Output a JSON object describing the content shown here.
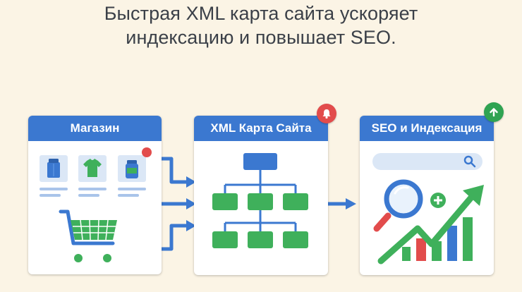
{
  "title": {
    "line1": "Быстрая XML карта сайта ускоряет",
    "line2": "индексацию и повышает SEO."
  },
  "panels": {
    "store": {
      "label": "Магазин",
      "header_color": "#3b78d0",
      "products": [
        "bag-icon",
        "tshirt-icon",
        "jar-icon"
      ],
      "cart_icon": "shopping-cart-icon",
      "notification_dot_color": "#e24c4c"
    },
    "sitemap": {
      "label": "XML Карта Сайта",
      "header_color": "#3b78d0",
      "root_node_color": "#3b78d0",
      "child_node_color": "#3fb05b"
    },
    "seo": {
      "label": "SEO и Индексация",
      "header_color": "#3b78d0",
      "search_icon": "search-icon",
      "magnifier_icon": "magnifier-icon",
      "plus_icon": "plus-icon",
      "trend_icon": "trend-up-arrow-icon"
    }
  },
  "badges": {
    "bell": {
      "icon": "bell-icon",
      "color": "#e24c4c"
    },
    "up": {
      "icon": "arrow-up-icon",
      "color": "#2fa352"
    }
  },
  "colors": {
    "background": "#fbf4e5",
    "arrow": "#3b78d0",
    "text": "#3b4048",
    "green": "#3fb05b",
    "red": "#e24c4c",
    "blue": "#3b78d0"
  }
}
